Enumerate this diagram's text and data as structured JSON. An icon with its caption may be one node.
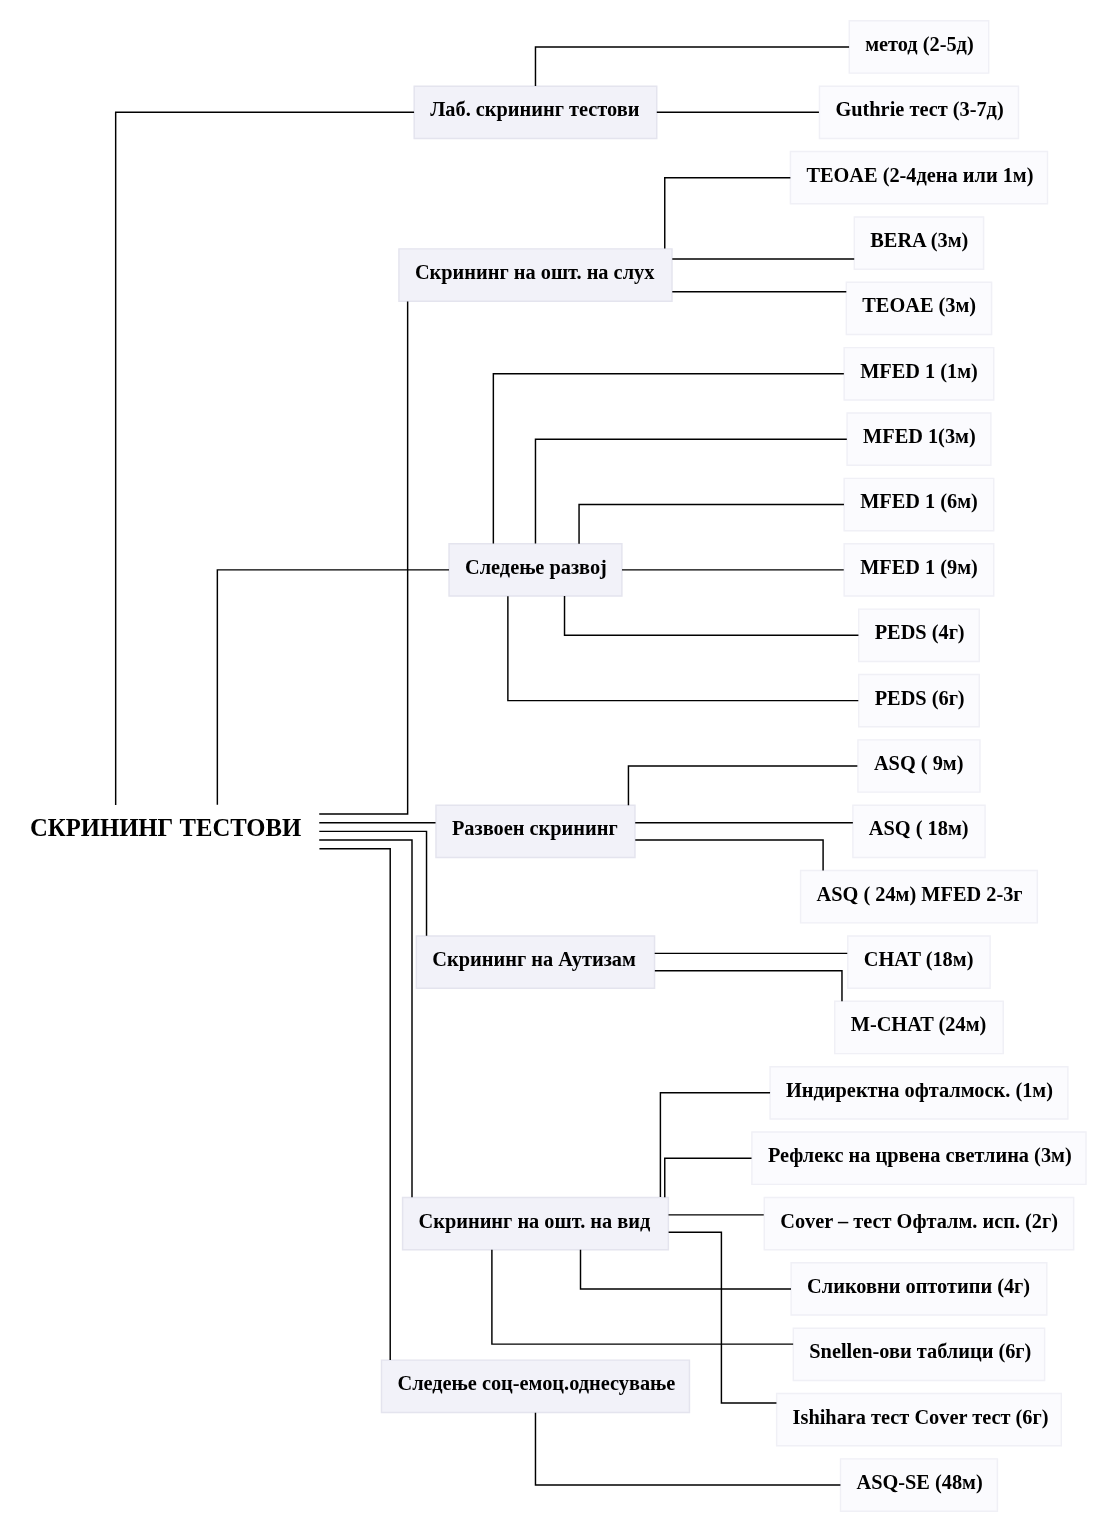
{
  "diagram": {
    "nodes": [
      {
        "text": [
          "СКРИНИНГ ТЕСТОВИ"
        ]
      },
      {
        "text": [
          "Лаб. скрининг тестови"
        ]
      },
      {
        "text": [
          "метод (2-5д)"
        ]
      },
      {
        "text": [
          "Guthrie тест (3-7д)"
        ]
      },
      {
        "text": [
          "Скрининг на ошт. на слух"
        ]
      },
      {
        "text": [
          "TEOAE (2-4дена или 1м)"
        ]
      },
      {
        "text": [
          "BERA (3м)"
        ]
      },
      {
        "text": [
          "TEOAE (3м)"
        ]
      },
      {
        "text": [
          "Следење развој"
        ]
      },
      {
        "text": [
          "MFED 1 (1м)"
        ]
      },
      {
        "text": [
          "MFED 1(3м)"
        ]
      },
      {
        "text": [
          "MFED 1 (6м)"
        ]
      },
      {
        "text": [
          "MFED 1 (9м)"
        ]
      },
      {
        "text": [
          "PEDS (4г)"
        ]
      },
      {
        "text": [
          "PEDS (6г)"
        ]
      },
      {
        "text": [
          "Развоен скрининг"
        ]
      },
      {
        "text": [
          "ASQ ( 9м)"
        ]
      },
      {
        "text": [
          "ASQ ( 18м)"
        ]
      },
      {
        "text": [
          "ASQ ( 24м) MFED 2-3г"
        ]
      },
      {
        "text": [
          "Скрининг на Аутизам"
        ]
      },
      {
        "text": [
          "CHAT (18м)"
        ]
      },
      {
        "text": [
          "M-CHAT (24м)"
        ]
      },
      {
        "text": [
          "Скрининг на ошт. на вид"
        ]
      },
      {
        "text": [
          "Индиректна офталмоск. (1м)"
        ]
      },
      {
        "text": [
          "Рефлекс на црвена светлина (3м)"
        ]
      },
      {
        "text": [
          "Cover – тест Офталм. исп. (2г)"
        ]
      },
      {
        "text": [
          "Сликовни оптотипи (4г)"
        ]
      },
      {
        "text": [
          "Snellen-ови таблици (6г)"
        ]
      },
      {
        "text": [
          "Ishihara тест Cover тест (6г)"
        ]
      },
      {
        "text": [
          "Следење соц-емоц.однесување"
        ]
      },
      {
        "text": [
          "ASQ-SE (48м)"
        ]
      }
    ],
    "edges": [
      {
        "from": 0,
        "to": 1,
        "arrow": "none"
      },
      {
        "from": 0,
        "to": 4,
        "arrow": "none"
      },
      {
        "from": 1,
        "to": 2,
        "arrow": "none"
      },
      {
        "from": 1,
        "to": 3,
        "arrow": "none"
      },
      {
        "from": 4,
        "to": 5,
        "arrow": "none"
      },
      {
        "from": 4,
        "to": 6,
        "arrow": "none"
      },
      {
        "from": 4,
        "to": 7,
        "arrow": "none"
      },
      {
        "from": 0,
        "to": 8,
        "arrow": "none"
      },
      {
        "from": 0,
        "to": 15,
        "arrow": "none"
      },
      {
        "from": 8,
        "to": 9,
        "arrow": "none"
      },
      {
        "from": 8,
        "to": 10,
        "arrow": "none"
      },
      {
        "from": 8,
        "to": 11,
        "arrow": "none"
      },
      {
        "from": 8,
        "to": 12,
        "arrow": "none"
      },
      {
        "from": 8,
        "to": 13,
        "arrow": "none"
      },
      {
        "from": 8,
        "to": 14,
        "arrow": "none"
      },
      {
        "from": 15,
        "to": 16,
        "arrow": "none"
      },
      {
        "from": 15,
        "to": 17,
        "arrow": "none"
      },
      {
        "from": 15,
        "to": 18,
        "arrow": "none"
      },
      {
        "from": 0,
        "to": 19,
        "arrow": "none"
      },
      {
        "from": 0,
        "to": 22,
        "arrow": "none"
      },
      {
        "from": 19,
        "to": 20,
        "arrow": "none"
      },
      {
        "from": 19,
        "to": 21,
        "arrow": "none"
      },
      {
        "from": 22,
        "to": 23,
        "arrow": "none"
      },
      {
        "from": 22,
        "to": 24,
        "arrow": "none"
      },
      {
        "from": 22,
        "to": 25,
        "arrow": "none"
      },
      {
        "from": 22,
        "to": 26,
        "arrow": "none"
      },
      {
        "from": 22,
        "to": 27,
        "arrow": "none"
      },
      {
        "from": 22,
        "to": 28,
        "arrow": "none"
      },
      {
        "from": 0,
        "to": 29,
        "arrow": "none"
      },
      {
        "from": 29,
        "to": 30,
        "arrow": "none"
      }
    ]
  }
}
